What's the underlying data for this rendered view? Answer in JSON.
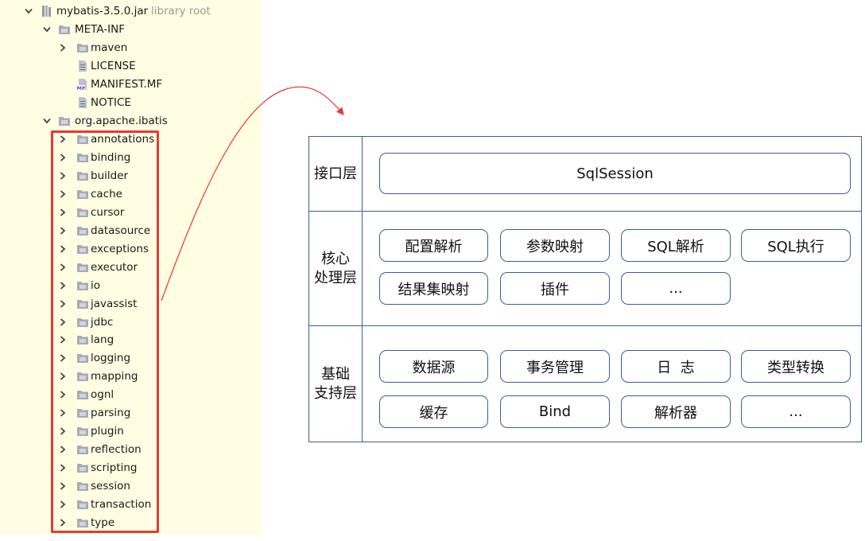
{
  "tree": {
    "root": {
      "label": "mybatis-3.5.0.jar",
      "suffix": "library root"
    },
    "meta_inf": {
      "label": "META-INF",
      "children": [
        {
          "label": "maven",
          "kind": "folder",
          "expandable": true
        },
        {
          "label": "LICENSE",
          "kind": "file",
          "expandable": false
        },
        {
          "label": "MANIFEST.MF",
          "kind": "manifest",
          "expandable": false
        },
        {
          "label": "NOTICE",
          "kind": "file",
          "expandable": false
        }
      ]
    },
    "package": {
      "label": "org.apache.ibatis",
      "children": [
        "annotations",
        "binding",
        "builder",
        "cache",
        "cursor",
        "datasource",
        "exceptions",
        "executor",
        "io",
        "javassist",
        "jdbc",
        "lang",
        "logging",
        "mapping",
        "ognl",
        "parsing",
        "plugin",
        "reflection",
        "scripting",
        "session",
        "transaction",
        "type"
      ]
    }
  },
  "diagram": {
    "layers": [
      {
        "label": "接口层",
        "boxes": [
          "SqlSession"
        ]
      },
      {
        "label": "核心\n处理层",
        "boxes": [
          "配置解析",
          "参数映射",
          "SQL解析",
          "SQL执行",
          "结果集映射",
          "插件",
          "..."
        ]
      },
      {
        "label": "基础\n支持层",
        "boxes": [
          "数据源",
          "事务管理",
          "日  志",
          "类型转换",
          "缓存",
          "Bind",
          "解析器",
          "..."
        ]
      }
    ]
  },
  "colors": {
    "tree_background": "#fffde2",
    "highlight_border": "#e53935",
    "arrow": "#e53935",
    "diagram_line": "#3b5e9a"
  }
}
